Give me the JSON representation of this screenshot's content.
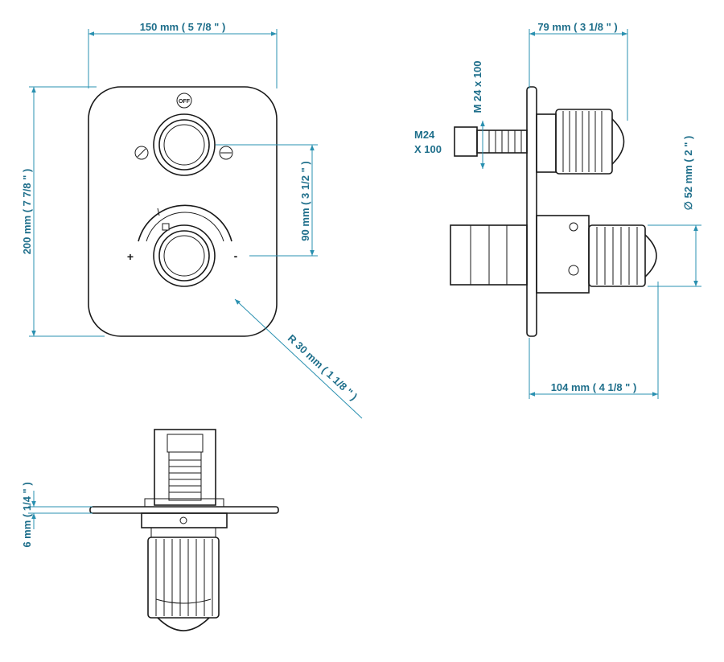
{
  "dimensions": {
    "front_width": "150 mm ( 5 7/8 \" )",
    "front_height": "200 mm ( 7 7/8 \" )",
    "knob_spacing": "90 mm ( 3 1/2 \" )",
    "corner_radius": "R 30 mm ( 1 1/8 \" )",
    "side_depth_top": "79 mm ( 3 1/8 \" )",
    "thread_vertical": "M 24 x 100",
    "thread_label_line1": "M24",
    "thread_label_line2": "X 100",
    "knob_diameter": "∅ 52 mm ( 2 \" )",
    "side_depth_bottom": "104 mm ( 4 1/8 \" )",
    "plate_thickness": "6 mm ( 1/4 \" )"
  },
  "symbols": {
    "off": "OFF",
    "plus": "+",
    "minus": "-"
  },
  "colors": {
    "dimension": "#1f6f8b",
    "line": "#1a1a1a"
  }
}
